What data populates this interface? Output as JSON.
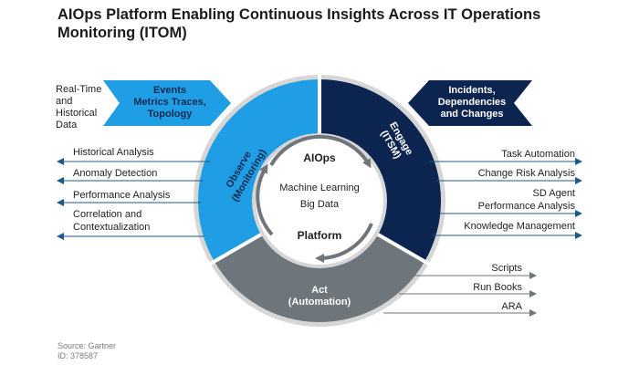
{
  "title": {
    "line1": "AIOps Platform Enabling Continuous Insights Across IT Operations",
    "line2": "Monitoring (ITOM)"
  },
  "realtime_label": {
    "line1": "Real-Time",
    "line2": "and",
    "line3": "Historical",
    "line4": "Data"
  },
  "events_chevron": {
    "line1": "Events",
    "line2": "Metrics Traces,",
    "line3": "Topology"
  },
  "incidents_chevron": {
    "line1": "Incidents,",
    "line2": "Dependencies",
    "line3": "and Changes"
  },
  "observe": {
    "line1": "Observe",
    "line2": "(Monitoring)"
  },
  "engage": {
    "line1": "Engage",
    "line2": "(ITSM)"
  },
  "act": {
    "line1": "Act",
    "line2": "(Automation)"
  },
  "center": {
    "top": "AIOps",
    "middle1": "Machine Learning",
    "middle2": "Big Data",
    "bottom": "Platform"
  },
  "left_outputs": [
    "Historical Analysis",
    "Anomaly Detection",
    "Performance Analysis",
    "Correlation and",
    "Contextualization"
  ],
  "right_outputs": [
    "Task Automation",
    "Change Risk Analysis",
    "SD Agent",
    "Performance Analysis",
    "Knowledge Management"
  ],
  "act_outputs": [
    "Scripts",
    "Run Books",
    "ARA"
  ],
  "source": {
    "line1": "Source: Gartner",
    "line2": "ID: 378587"
  },
  "colors": {
    "observe": "#1f9ee6",
    "engage": "#0c2450",
    "act": "#6f767b",
    "outer_ring": "#d6d6d6",
    "arrow": "#1c5a8a"
  }
}
